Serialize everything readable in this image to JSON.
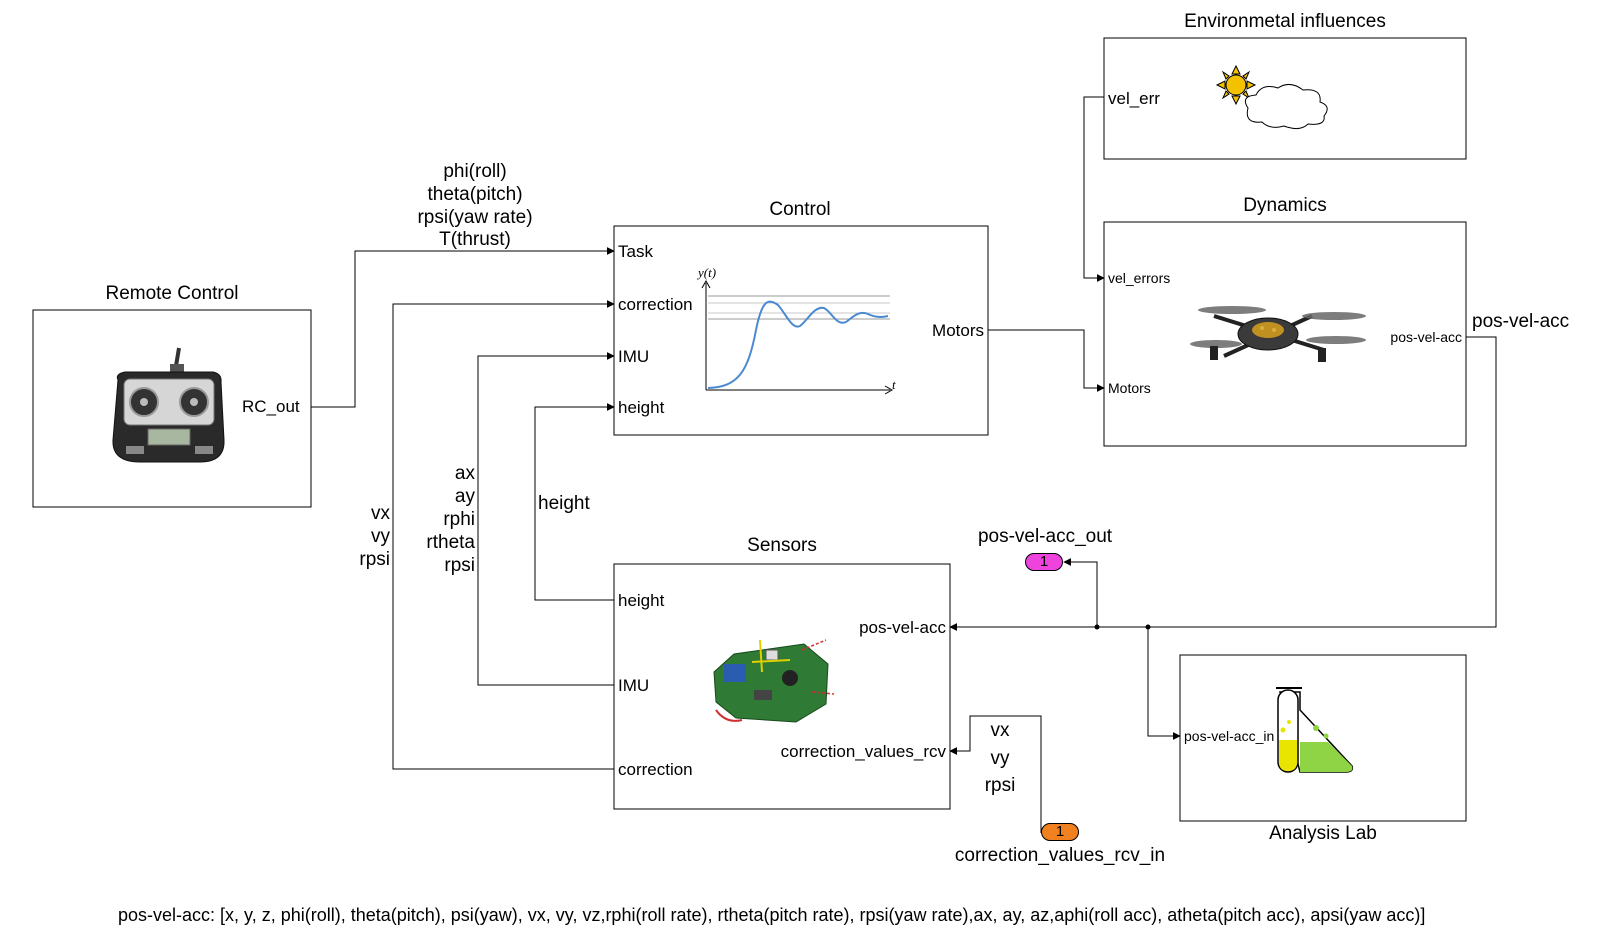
{
  "colors": {
    "line": "#000000",
    "outport_fill": "#ee44dd",
    "inport_fill": "#f08020",
    "step_curve": "#4a8ad0",
    "sun": "#f2c200",
    "liquid_green": "#8fd445",
    "liquid_yellow": "#e9e400"
  },
  "blocks": {
    "remote_control": {
      "title": "Remote Control",
      "port_out": "RC_out",
      "icon": "rc-transmitter-icon"
    },
    "control": {
      "title": "Control",
      "inputs": [
        "Task",
        "correction",
        "IMU",
        "height"
      ],
      "output": "Motors",
      "plot_ylabel": "y(t)",
      "plot_xlabel": "t",
      "icon": "step-response-plot"
    },
    "environment": {
      "title": "Environmetal influences",
      "port_out": "vel_err",
      "icon": "sun-cloud-icon"
    },
    "dynamics": {
      "title": "Dynamics",
      "inputs": [
        "vel_errors",
        "Motors"
      ],
      "output": "pos-vel-acc",
      "icon": "quadcopter-icon"
    },
    "sensors": {
      "title": "Sensors",
      "outputs": [
        "height",
        "IMU",
        "correction"
      ],
      "inputs": [
        "pos-vel-acc",
        "correction_values_rcv"
      ],
      "icon": "sensor-board-icon"
    },
    "analysis": {
      "title": "Analysis Lab",
      "port_in": "pos-vel-acc_in",
      "icon": "lab-flask-icon"
    }
  },
  "signals": {
    "task_lines": [
      "phi(roll)",
      "theta(pitch)",
      "rpsi(yaw rate)",
      "T(thrust)"
    ],
    "correction_lines": [
      "vx",
      "vy",
      "rpsi"
    ],
    "imu_lines": [
      "ax",
      "ay",
      "rphi",
      "rtheta",
      "rpsi"
    ],
    "height_label": "height",
    "dynamics_out_label": "pos-vel-acc",
    "rcv_lines": [
      "vx",
      "vy",
      "rpsi"
    ]
  },
  "outport": {
    "number": "1",
    "name": "pos-vel-acc_out"
  },
  "inport": {
    "number": "1",
    "name": "correction_values_rcv_in"
  },
  "footnote": "pos-vel-acc: [x, y, z, phi(roll), theta(pitch), psi(yaw), vx, vy, vz,rphi(roll rate), rtheta(pitch rate), rpsi(yaw rate),ax, ay, az,aphi(roll acc), atheta(pitch acc), apsi(yaw acc)]"
}
